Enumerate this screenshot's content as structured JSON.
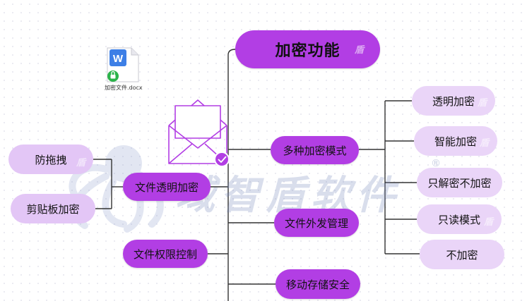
{
  "root": {
    "label": "加密功能"
  },
  "branches": {
    "multi_mode": "多种加密模式",
    "transparent": "文件透明加密",
    "outgoing": "文件外发管理",
    "permission": "文件权限控制",
    "mobile_storage": "移动存储安全"
  },
  "leaves_multi_mode": [
    "透明加密",
    "智能加密",
    "只解密不加密",
    "只读模式",
    "不加密"
  ],
  "leaves_transparent": [
    "防拖拽",
    "剪贴板加密"
  ],
  "file_icon": {
    "name": "加密文件.docx",
    "letter": "W"
  },
  "watermark": {
    "text": "域智盾软件",
    "mark": "®",
    "mini": "盾"
  },
  "colors": {
    "dark_node": "#b23ee4",
    "light_node": "#ead5f8",
    "line": "#333333",
    "icon_stroke": "#b23ee4"
  }
}
